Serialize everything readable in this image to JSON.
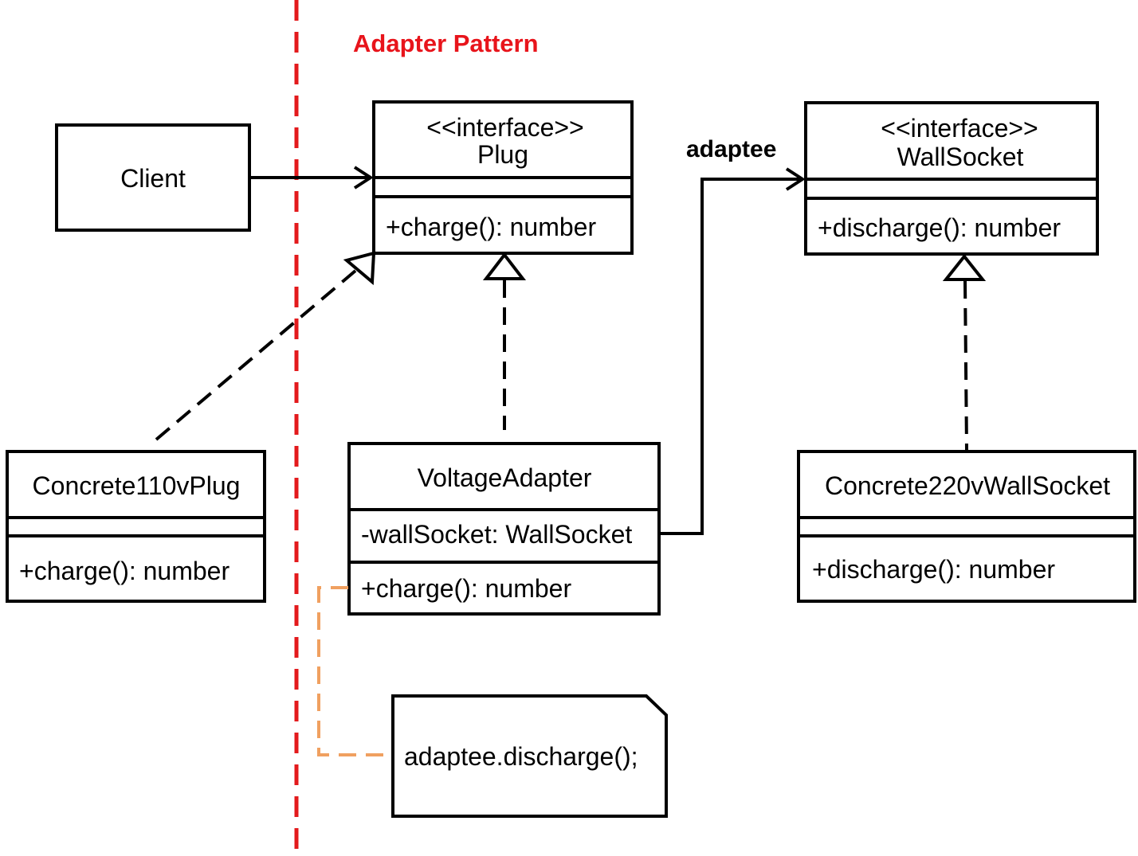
{
  "title": {
    "text": "Adapter Pattern",
    "color": "#e8141b"
  },
  "boundary_color": "#e31a1c",
  "note_link_color": "#f0a060",
  "classes": {
    "client": {
      "name": "Client"
    },
    "plug": {
      "stereotype": "<<interface>>",
      "name": "Plug",
      "method": "+charge(): number"
    },
    "wallsocket": {
      "stereotype": "<<interface>>",
      "name": "WallSocket",
      "method": "+discharge(): number"
    },
    "concrete110": {
      "name": "Concrete110vPlug",
      "method": "+charge(): number"
    },
    "adapter": {
      "name": "VoltageAdapter",
      "attribute": "-wallSocket: WallSocket",
      "method": "+charge(): number"
    },
    "concrete220": {
      "name": "Concrete220vWallSocket",
      "method": "+discharge(): number"
    }
  },
  "association_label": "adaptee",
  "note": {
    "text": "adaptee.discharge();"
  },
  "relationships": [
    {
      "from": "Client",
      "to": "Plug",
      "type": "association"
    },
    {
      "from": "VoltageAdapter",
      "to": "WallSocket",
      "type": "association",
      "label": "adaptee"
    },
    {
      "from": "Concrete110vPlug",
      "to": "Plug",
      "type": "realization"
    },
    {
      "from": "VoltageAdapter",
      "to": "Plug",
      "type": "realization"
    },
    {
      "from": "Concrete220vWallSocket",
      "to": "WallSocket",
      "type": "realization"
    }
  ]
}
